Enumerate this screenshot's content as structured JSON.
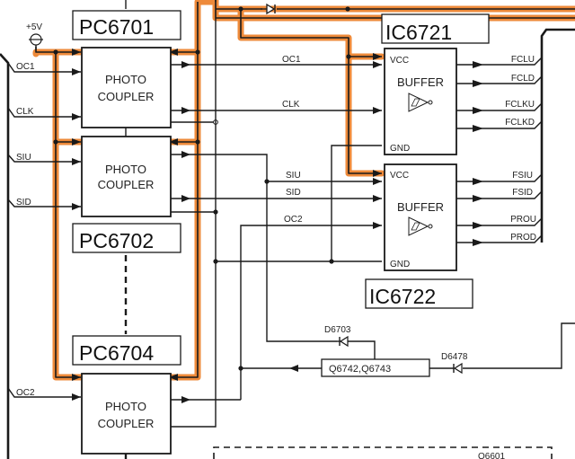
{
  "diagram": {
    "power_label": "+5V",
    "couplers": [
      {
        "id": "PC6701",
        "label": "PC6701",
        "line1": "PHOTO",
        "line2": "COUPLER",
        "inputs": [
          "OC1",
          "CLK"
        ]
      },
      {
        "id": "PC6702",
        "label": "PC6702",
        "line1": "PHOTO",
        "line2": "COUPLER",
        "inputs": [
          "SIU",
          "SID"
        ]
      },
      {
        "id": "PC6704",
        "label": "PC6704",
        "line1": "PHOTO",
        "line2": "COUPLER",
        "inputs": [
          "OC2"
        ]
      }
    ],
    "buffers": [
      {
        "id": "IC6721",
        "label": "IC6721",
        "title": "BUFFER",
        "vcc": "VCC",
        "gnd": "GND",
        "inputs": [
          "OC1",
          "CLK"
        ],
        "outputs": [
          "FCLU",
          "FCLD",
          "FCLKU",
          "FCLKD"
        ]
      },
      {
        "id": "IC6722",
        "label": "IC6722",
        "title": "BUFFER",
        "vcc": "VCC",
        "gnd": "GND",
        "inputs": [
          "SIU",
          "SID",
          "OC2"
        ],
        "outputs": [
          "FSIU",
          "FSID",
          "PROU",
          "PROD"
        ]
      }
    ],
    "diodes": [
      {
        "id": "D6703",
        "label": "D6703"
      },
      {
        "id": "D6478",
        "label": "D6478"
      }
    ],
    "transistor_block": {
      "label": "Q6742,Q6743"
    },
    "partial_block": {
      "label": "Q6601"
    },
    "colors": {
      "power_highlight": "#ee8a3a",
      "line": "#1a1a1a"
    }
  }
}
